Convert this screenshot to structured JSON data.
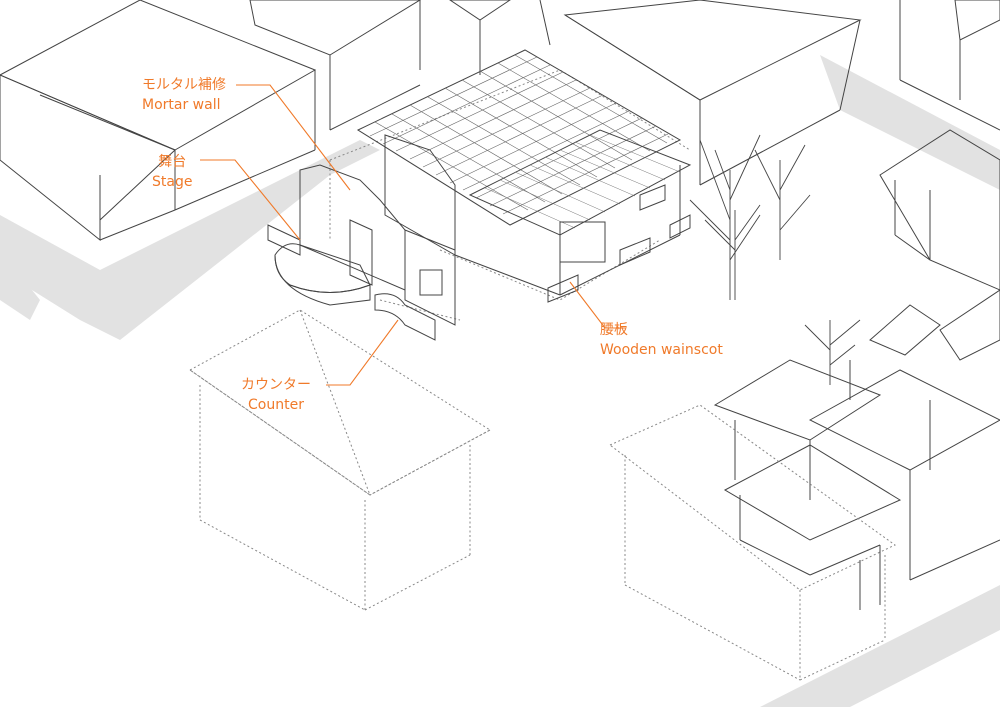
{
  "colors": {
    "accent": "#f07a2a",
    "line": "#444444",
    "road": "#e2e2e2"
  },
  "labels": {
    "mortar": {
      "jp": "モルタル補修",
      "en": "Mortar wall"
    },
    "stage": {
      "jp": "舞台",
      "en": "Stage"
    },
    "counter": {
      "jp": "カウンター",
      "en": "Counter"
    },
    "wainscot": {
      "jp": "腰板",
      "en": "Wooden wainscot"
    }
  }
}
